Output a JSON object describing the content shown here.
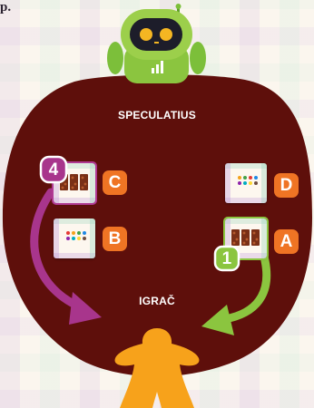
{
  "corner_text": "p.",
  "labels": {
    "speculatius": "SPECULATIUS",
    "player": "IGRAČ"
  },
  "cards": [
    {
      "id": "C",
      "letter": "C",
      "content": "tiles"
    },
    {
      "id": "B",
      "letter": "B",
      "content": "dots"
    },
    {
      "id": "D",
      "letter": "D",
      "content": "dots"
    },
    {
      "id": "A",
      "letter": "A",
      "content": "tiles"
    }
  ],
  "step_badges": [
    {
      "number": "4",
      "color": "#a8358c"
    },
    {
      "number": "1",
      "color": "#8bc53f"
    }
  ],
  "colors": {
    "table": "#5e0f0b",
    "robot": "#8bc53f",
    "meeple": "#f7a21b",
    "letter_badge": "#ef7424",
    "arrow_purple": "#a8358c",
    "arrow_green": "#8bc53f"
  },
  "icons": [
    "robot-icon",
    "meeple-icon",
    "arrow-purple-icon",
    "arrow-green-icon"
  ]
}
